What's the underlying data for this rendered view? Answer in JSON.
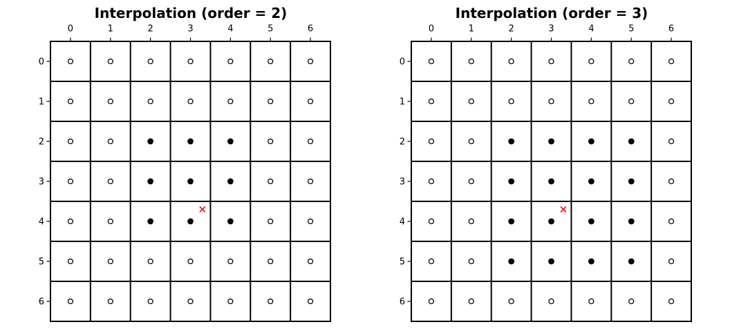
{
  "figure": {
    "background": "#ffffff",
    "line_color": "#000000",
    "open_point_fill": "#ffffff",
    "filled_point_fill": "#000000",
    "query_marker_color": "#ff0000"
  },
  "chart_data": [
    {
      "type": "heatmap",
      "title": "Interpolation (order = 2)",
      "x_tick_labels": [
        "0",
        "1",
        "2",
        "3",
        "4",
        "5",
        "6"
      ],
      "y_tick_labels": [
        "0",
        "1",
        "2",
        "3",
        "4",
        "5",
        "6"
      ],
      "rows": 7,
      "cols": 7,
      "matrix": [
        [
          0,
          0,
          0,
          0,
          0,
          0,
          0
        ],
        [
          0,
          0,
          0,
          0,
          0,
          0,
          0
        ],
        [
          0,
          0,
          1,
          1,
          1,
          0,
          0
        ],
        [
          0,
          0,
          1,
          1,
          1,
          0,
          0
        ],
        [
          0,
          0,
          1,
          1,
          1,
          0,
          0
        ],
        [
          0,
          0,
          0,
          0,
          0,
          0,
          0
        ],
        [
          0,
          0,
          0,
          0,
          0,
          0,
          0
        ]
      ],
      "annotations": [
        {
          "symbol": "x",
          "x": 3.3,
          "y": 3.7,
          "color": "#ff0000"
        }
      ],
      "legend_position": "none",
      "grid": true
    },
    {
      "type": "heatmap",
      "title": "Interpolation (order = 3)",
      "x_tick_labels": [
        "0",
        "1",
        "2",
        "3",
        "4",
        "5",
        "6"
      ],
      "y_tick_labels": [
        "0",
        "1",
        "2",
        "3",
        "4",
        "5",
        "6"
      ],
      "rows": 7,
      "cols": 7,
      "matrix": [
        [
          0,
          0,
          0,
          0,
          0,
          0,
          0
        ],
        [
          0,
          0,
          0,
          0,
          0,
          0,
          0
        ],
        [
          0,
          0,
          1,
          1,
          1,
          1,
          0
        ],
        [
          0,
          0,
          1,
          1,
          1,
          1,
          0
        ],
        [
          0,
          0,
          1,
          1,
          1,
          1,
          0
        ],
        [
          0,
          0,
          1,
          1,
          1,
          1,
          0
        ],
        [
          0,
          0,
          0,
          0,
          0,
          0,
          0
        ]
      ],
      "annotations": [
        {
          "symbol": "x",
          "x": 3.3,
          "y": 3.7,
          "color": "#ff0000"
        }
      ],
      "legend_position": "none",
      "grid": true
    }
  ]
}
